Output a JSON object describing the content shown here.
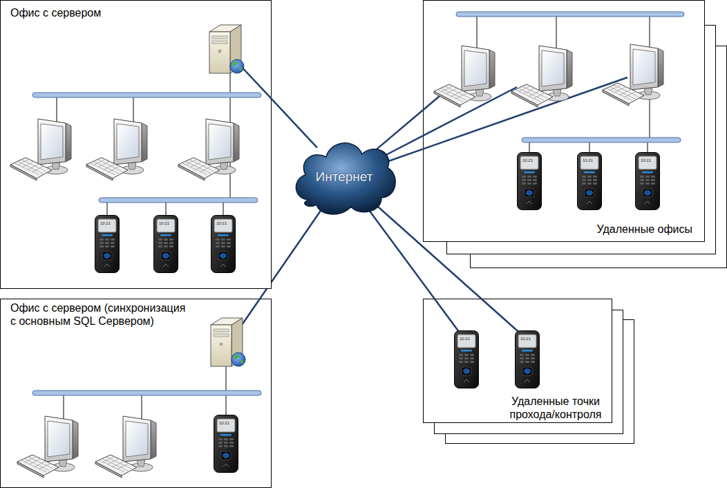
{
  "diagram": {
    "nodes": [
      {
        "text": [
          "Офис с сервером"
        ]
      },
      {
        "text": [
          "Удаленные офисы"
        ]
      },
      {
        "text": [
          "Интернет"
        ]
      },
      {
        "text": [
          "Офис с сервером (синхронизация с основным SQL Сервером)"
        ]
      },
      {
        "text": [
          "Удаленные точки прохода/контроля"
        ]
      }
    ],
    "edges": [
      {
        "from": 2,
        "to": 0,
        "arrow": "none"
      },
      {
        "from": 2,
        "to": 1,
        "arrow": "none"
      },
      {
        "from": 2,
        "to": 1,
        "arrow": "none"
      },
      {
        "from": 2,
        "to": 1,
        "arrow": "none"
      },
      {
        "from": 2,
        "to": 3,
        "arrow": "none"
      },
      {
        "from": 2,
        "to": 4,
        "arrow": "none"
      },
      {
        "from": 2,
        "to": 4,
        "arrow": "none"
      }
    ],
    "labels": [
      "10:21",
      "10:21",
      "10:21",
      "10:21",
      "10:21",
      "10:21",
      "10:21",
      "10:21",
      "10:21"
    ]
  }
}
